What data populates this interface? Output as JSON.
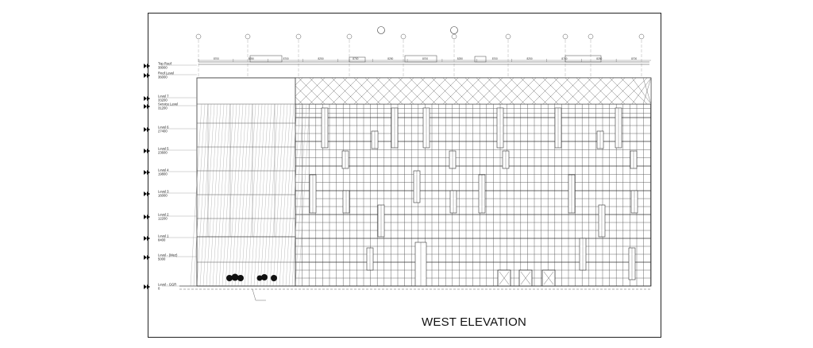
{
  "drawing": {
    "title": "WEST ELEVATION"
  },
  "levels": [
    {
      "name": "Top Roof",
      "value": "38000"
    },
    {
      "name": "Roof Level",
      "value": "36000"
    },
    {
      "name": "Level 7",
      "value": "33200"
    },
    {
      "name": "Service Level",
      "value": "31200"
    },
    {
      "name": "Level 6",
      "value": "27400"
    },
    {
      "name": "Level 5",
      "value": "23600"
    },
    {
      "name": "Level 4",
      "value": "19800"
    },
    {
      "name": "Level 3",
      "value": "16000"
    },
    {
      "name": "Level 2",
      "value": "12200"
    },
    {
      "name": "Level 1",
      "value": "8400"
    },
    {
      "name": "Level - (Mez)",
      "value": "5000"
    },
    {
      "name": "Level - GGR",
      "value": "0"
    }
  ],
  "dimensions": [
    "8700",
    "8250",
    "8700",
    "8250",
    "8700",
    "8250",
    "8700",
    "8250",
    "8700",
    "8250",
    "8700",
    "8250",
    "8700"
  ]
}
